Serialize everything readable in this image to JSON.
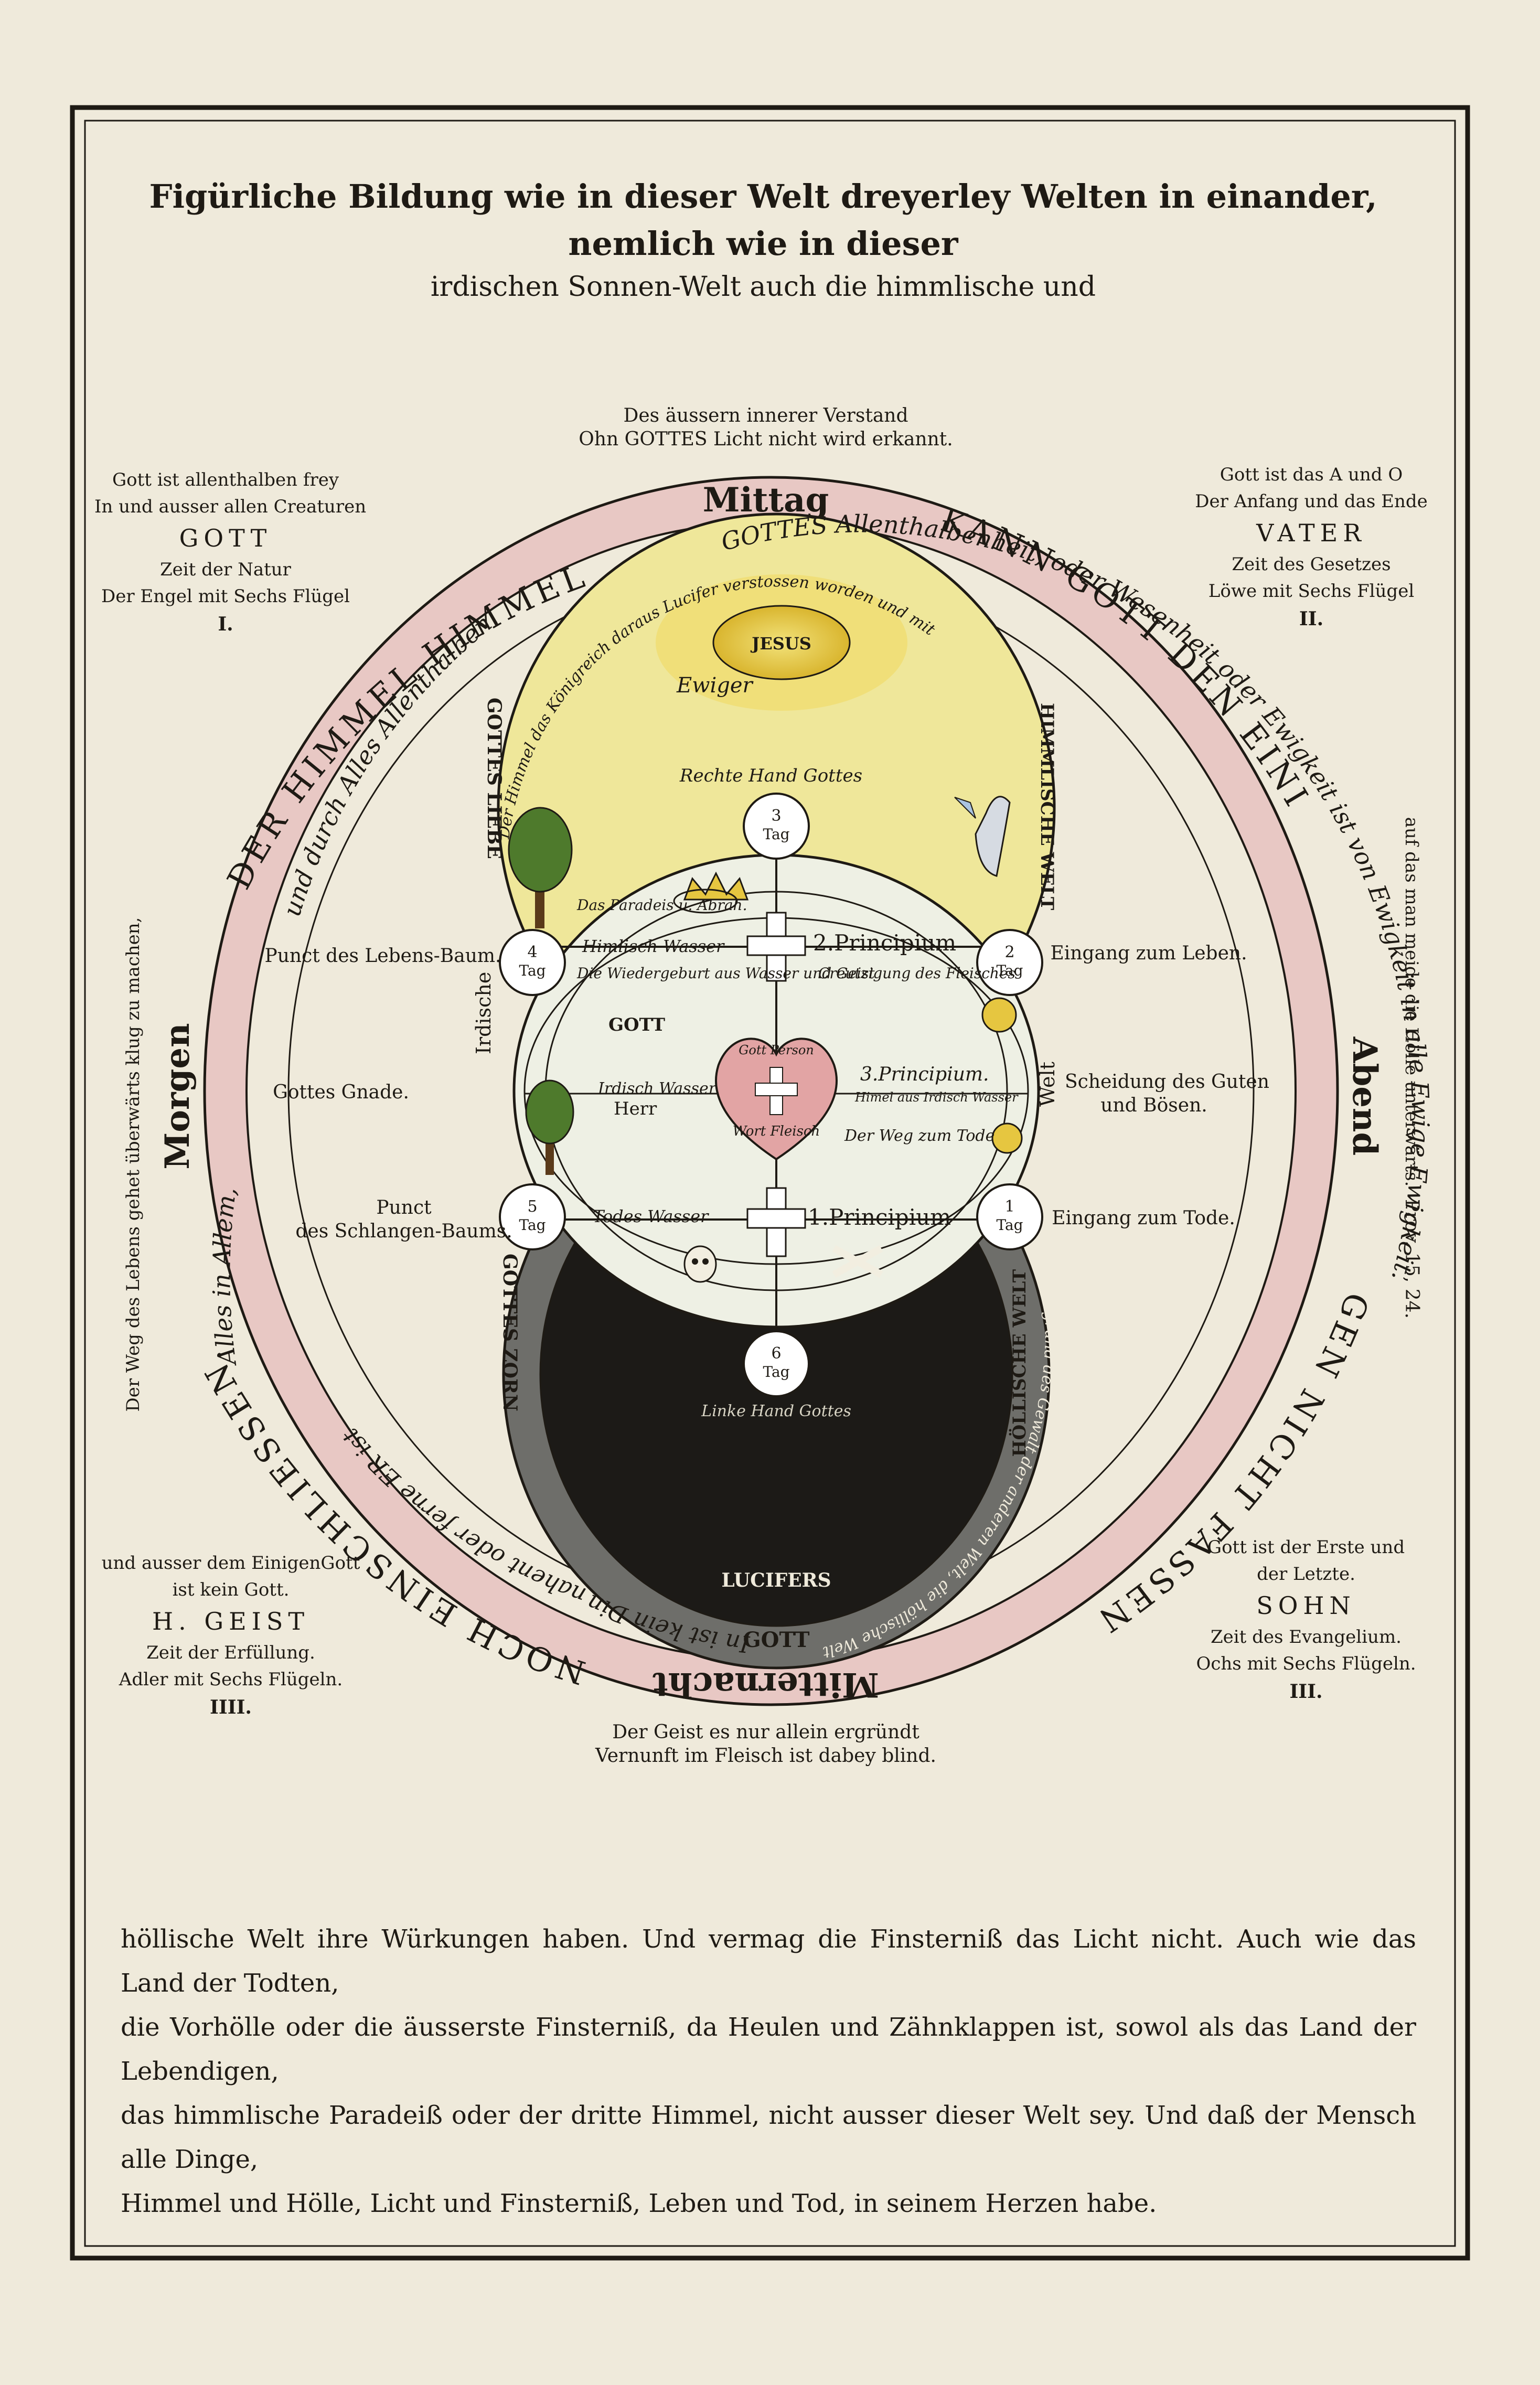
{
  "title": {
    "line1": "Figürliche Bildung wie in dieser Welt dreyerley Welten in einander, nemlich wie in dieser",
    "line2": "irdischen Sonnen-Welt auch die himmlische und"
  },
  "top_caption": [
    "Des äussern innerer Verstand",
    "Ohn GOTTES Licht nicht wird erkannt."
  ],
  "bottom_caption": [
    "Der Geist es nur allein ergründt",
    "Vernunft im Fleisch ist dabey blind."
  ],
  "corners": {
    "top_left": {
      "lines": [
        "Gott ist allenthalben frey",
        "In und ausser allen Creaturen"
      ],
      "name": "GOTT",
      "sub": [
        "Zeit der Natur",
        "Der Engel mit Sechs Flügel"
      ],
      "num": "I."
    },
    "top_right": {
      "lines": [
        "Gott ist das A und O",
        "Der Anfang und das Ende"
      ],
      "name": "VATER",
      "sub": [
        "Zeit des Gesetzes",
        "Löwe mit Sechs Flügel"
      ],
      "num": "II."
    },
    "bottom_left": {
      "lines": [
        "und ausser dem EinigenGott",
        "ist kein Gott."
      ],
      "name": "H. GEIST",
      "sub": [
        "Zeit der Erfüllung.",
        "Adler mit Sechs Flügeln."
      ],
      "num": "IIII."
    },
    "bottom_right": {
      "lines": [
        "Gott ist der Erste und",
        "der Letzte."
      ],
      "name": "SOHN",
      "sub": [
        "Zeit des Evangelium.",
        "Ochs mit Sechs Flügeln."
      ],
      "num": "III."
    }
  },
  "directions": {
    "north": "Mittag",
    "south": "Mitternacht",
    "west": "Morgen",
    "east": "Abend"
  },
  "margin_left": "Der Weg des Lebens gehet überwärts klug zu machen,",
  "margin_right": "auf das man meide die Hölle unterwärts.",
  "margin_right_ref": "Prov. 15, 24.",
  "ring_outer_left": "DER HIMMEL HIMMEL",
  "ring_outer_right": "KANN GOTT DEN EINI",
  "ring_outer_right_low": "GEN NICHT FASSEN",
  "ring_outer_bottom_left": "NOCH EINSCHLIESSEN.",
  "ring_inner_top": "GOTTES Allenthalbenheit, oder Wesenheit oder Ewigkeit ist von Ewigkeit in alle Ewige Ewigkeit.",
  "ring_inner_left": "und durch Alles Allenthalben.",
  "ring_inner_left2": "Alles in Allem,",
  "ring_inner_bottom": "nahent oder ferne ER ist",
  "ring_inner_bottom2": "In ist kein Ding",
  "side_labels": {
    "tree_life": "Punct des Lebens-Baum.",
    "grace": "Gottes Gnade.",
    "tree_serpent_1": "Punct",
    "tree_serpent_2": "des Schlangen-Baums.",
    "entry_life": "Eingang zum Leben.",
    "separation_1": "Scheidung des Guten",
    "separation_2": "und Bösen.",
    "entry_death": "Eingang zum Tode."
  },
  "inner": {
    "jesus": "JESUS",
    "ewiger": "Ewiger",
    "heaven_top": "Der Himmel das Königreich daraus Lucifer verstossen worden und mit",
    "right_hand": "Rechte Hand Gottes",
    "gottes_liebe": "GOTTES LIEBE",
    "himmlische_welt": "HIMMLISCHE WELT",
    "paradise": "Das Paradeis u. Abrah.",
    "himmlisch_wasser": "Himlisch Wasser",
    "principium2": "2.Principium",
    "wiedergeburt": "Die Wiedergeburt aus Wasser und Geist",
    "creutzigung": "Creutzigung des Fleisches",
    "gott": "GOTT",
    "gott_person": "Gott Person",
    "wort_fleisch": "Wort Fleisch",
    "irdisch_wasser": "Irdisch Wasser",
    "principium3": "3.Principium.",
    "herr": "Herr",
    "himmel_irdisch": "Himel aus Irdisch Wasser",
    "weg_tode": "Der Weg zum Tode",
    "irdische": "Irdische",
    "welt": "Welt",
    "todes_wasser": "Todes Wasser",
    "principium1": "1.Principium",
    "linke_hand": "Linke Hand Gottes",
    "gottes_zorn": "GOTTES ZORN",
    "hoellische_welt": "HÖLLISCHE WELT",
    "lucifers": "LUCIFERS",
    "gott_bottom": "GOTT",
    "hell_ring": "der Abgrund des Gewalt der anderen Welt, die höllische Welt"
  },
  "day_circles": {
    "top": [
      "3",
      "Tag"
    ],
    "left_upper": [
      "4",
      "Tag"
    ],
    "right_upper": [
      "2",
      "Tag"
    ],
    "left_lower": [
      "5",
      "Tag"
    ],
    "right_lower": [
      "1",
      "Tag"
    ],
    "bottom": [
      "6",
      "Tag"
    ]
  },
  "bottom_text": [
    "höllische Welt ihre Würkungen haben. Und vermag die Finsterniß das Licht nicht. Auch wie das Land der Todten,",
    "die Vorhölle oder die äusserste Finsterniß, da Heulen und Zähnklappen ist, sowol als das Land der Lebendigen,",
    "das himmlische Paradeiß oder der dritte Himmel, nicht ausser dieser Welt sey. Und daß der Mensch alle Dinge,",
    "Himmel und Hölle, Licht und Finsterniß, Leben und Tod, in seinem Herzen habe."
  ],
  "colors": {
    "paper": "#efeadb",
    "ring": "#e8c8c4",
    "heaven": "#efe79a",
    "hell": "#1c1a17",
    "ink": "#1e1a14",
    "heart": "#e2a4a4",
    "sun": "#e6c640"
  }
}
